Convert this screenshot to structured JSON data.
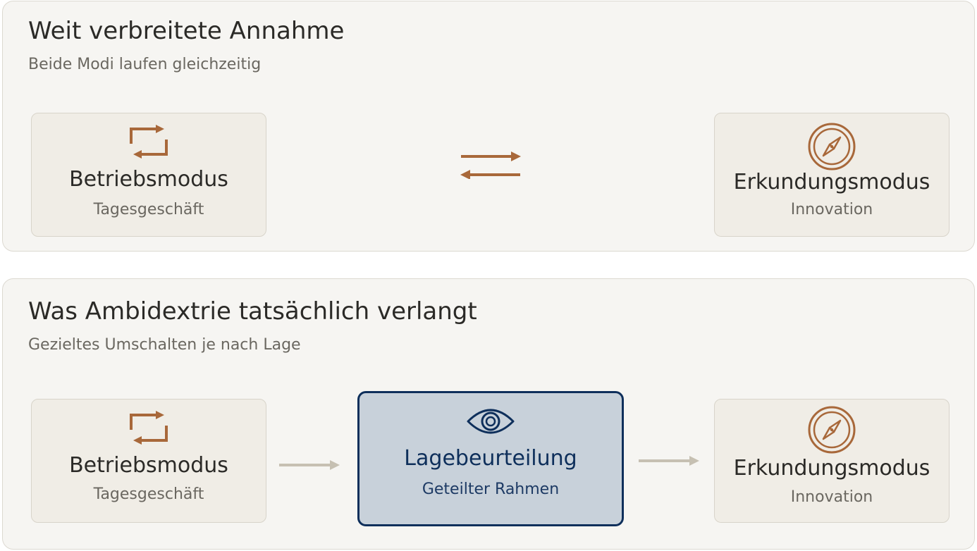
{
  "top": {
    "title": "Weit verbreitete Annahme",
    "subtitle": "Beide Modi laufen gleichzeitig",
    "left_card": {
      "title": "Betriebsmodus",
      "subtitle": "Tagesgeschäft",
      "icon": "repeat-icon"
    },
    "right_card": {
      "title": "Erkundungsmodus",
      "subtitle": "Innovation",
      "icon": "compass-icon"
    },
    "connector_icon": "bidirectional-arrows-icon"
  },
  "bottom": {
    "title": "Was Ambidextrie tatsächlich verlangt",
    "subtitle": "Gezieltes Umschalten je nach Lage",
    "left_card": {
      "title": "Betriebsmodus",
      "subtitle": "Tagesgeschäft",
      "icon": "repeat-icon"
    },
    "center_card": {
      "title": "Lagebeurteilung",
      "subtitle": "Geteilter Rahmen",
      "icon": "eye-icon"
    },
    "right_card": {
      "title": "Erkundungsmodus",
      "subtitle": "Innovation",
      "icon": "compass-icon"
    }
  },
  "colors": {
    "accent": "#a8683a",
    "highlight_border": "#0e2f5b",
    "highlight_fill": "#c8d1da",
    "connector_gray": "#c6c0b2"
  }
}
